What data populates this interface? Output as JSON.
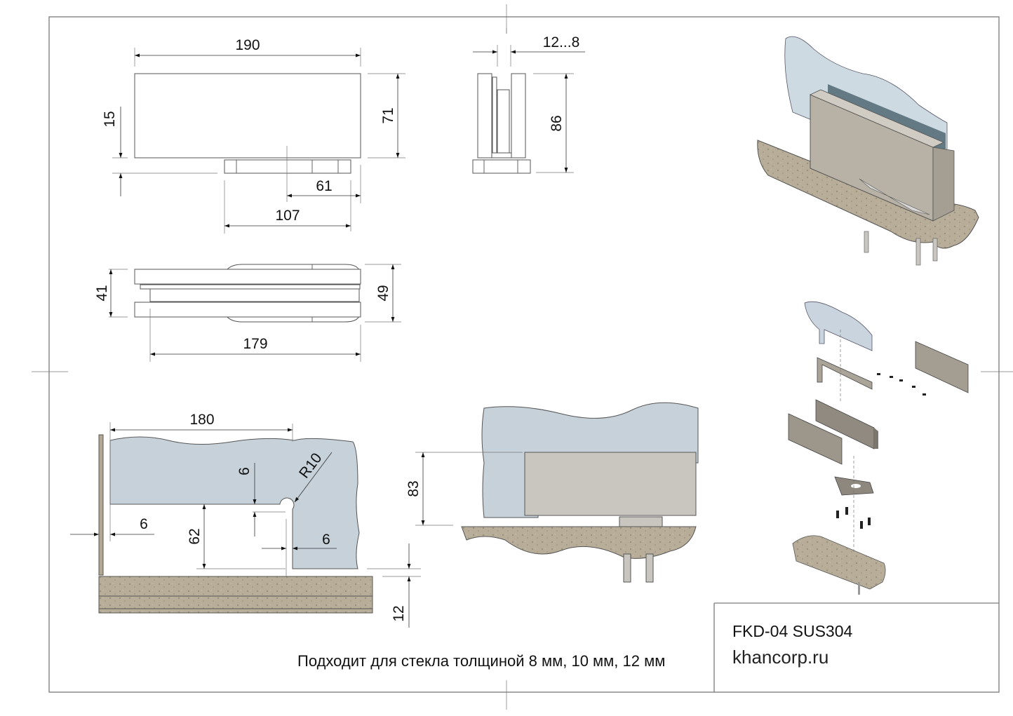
{
  "drawing": {
    "title_block": {
      "model": "FKD-04 SUS304",
      "website": "khancorp.ru"
    },
    "note": "Подходит для стекла толщиной 8 мм, 10 мм, 12 мм",
    "front_view": {
      "dimensions": {
        "width": "190",
        "height": "71",
        "base_offset": "15",
        "pivot_to_end": "61",
        "base_width": "107"
      }
    },
    "side_view": {
      "dimensions": {
        "glass_thickness": "12...8",
        "height": "86"
      }
    },
    "top_view": {
      "dimensions": {
        "depth_body": "41",
        "depth_total": "49",
        "length": "179"
      }
    },
    "cutout_view": {
      "dimensions": {
        "glass_length": "180",
        "radius": "R10",
        "notch_vertical": "6",
        "wall_gap": "6",
        "notch_height": "62",
        "notch_horizontal": "6",
        "floor_gap": "12"
      }
    },
    "installed_view": {
      "dimensions": {
        "height": "83"
      }
    },
    "colors": {
      "glass": "#c6d1da",
      "stone": "#b3a893",
      "steel": "#c9c6c0",
      "frame": "#7a7a7a"
    }
  }
}
